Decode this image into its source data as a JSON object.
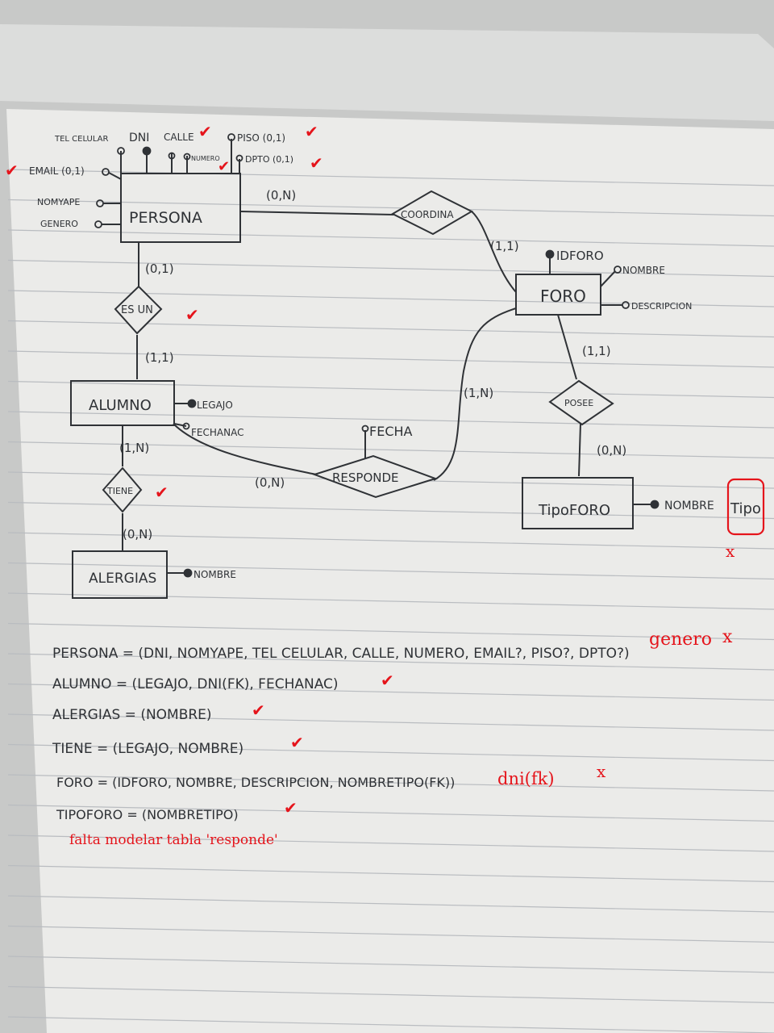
{
  "diagram": {
    "entities": {
      "persona": "PERSONA",
      "alumno": "ALUMNO",
      "alergias": "ALERGIAS",
      "foro": "FORO",
      "tipoforo": "TipoFORO"
    },
    "relationships": {
      "coordina": "COORDINA",
      "esun": "ES UN",
      "tiene": "TIENE",
      "responde": "RESPONDE",
      "posee": "POSEE"
    },
    "attributes": {
      "tel_celular": "TEL CELULAR",
      "dni": "DNI",
      "calle": "CALLE",
      "piso": "PISO (0,1)",
      "numero": "NUMERO",
      "dpto": "DPTO (0,1)",
      "email": "EMAIL (0,1)",
      "nomyape": "NOMYAPE",
      "genero": "GENERO",
      "legajo": "LEGAJO",
      "fechanac": "FECHANAC",
      "fecha": "FECHA",
      "idforo": "IDFORO",
      "foro_nombre": "NOMBRE",
      "descripcion": "DESCRIPCION",
      "nombre_tipo": "NOMBRE",
      "tipo_handwritten": "Tipo",
      "alergia_nombre": "NOMBRE"
    },
    "cardinalities": {
      "persona_coordina": "(0,N)",
      "coordina_foro": "(1,1)",
      "persona_esun": "(0,1)",
      "esun_alumno": "(1,1)",
      "foro_posee": "(1,1)",
      "posee_tipoforo": "(0,N)",
      "foro_responde": "(1,N)",
      "alumno_responde": "(0,N)",
      "alumno_tiene": "(1,N)",
      "tiene_alergias": "(0,N)"
    }
  },
  "schema": [
    {
      "text": "PERSONA = (DNI, NOMYAPE, TEL CELULAR, CALLE, NUMERO, EMAIL?, PISO?, DPTO?)",
      "correction": "genero",
      "mark": "x"
    },
    {
      "text": "ALUMNO = (LEGAJO, DNI(FK), FECHANAC)",
      "correction": "",
      "mark": "✔"
    },
    {
      "text": "ALERGIAS = (NOMBRE)",
      "correction": "",
      "mark": "✔"
    },
    {
      "text": "TIENE = (LEGAJO, NOMBRE)",
      "correction": "",
      "mark": "✔"
    },
    {
      "text": "FORO = (IDFORO, NOMBRE, DESCRIPCION, NOMBRETIPO(FK))",
      "correction": "dni(fk)",
      "mark": "x"
    },
    {
      "text": "TIPOFORO = (NOMBRETIPO)",
      "correction": "",
      "mark": "✔"
    }
  ],
  "review": {
    "check": "✔",
    "cross": "x",
    "missing_note": "falta modelar tabla 'responde'"
  },
  "colors": {
    "paper": "#ebebe9",
    "ink": "#2f3236",
    "rule": "#b9bcc0",
    "teacher_red": "#e5141b"
  }
}
